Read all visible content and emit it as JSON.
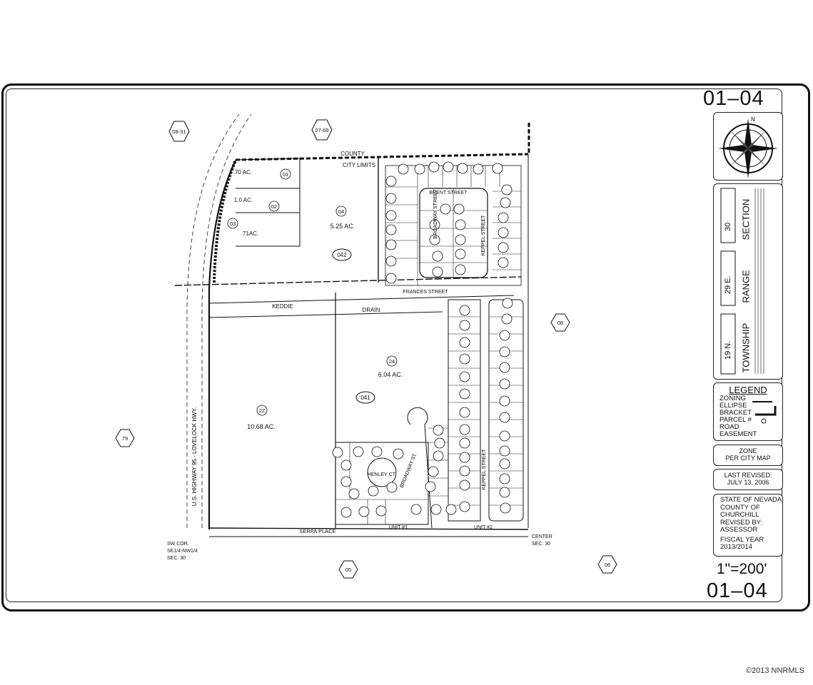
{
  "map": {
    "id_top": "01–04",
    "id_bottom": "01–04",
    "scale": "1\"=200'",
    "watermark": "©2013 NNRMLS"
  },
  "township_range_section": {
    "township_value": "19 N.",
    "township_label": "TOWNSHIP",
    "range_value": "29 E.",
    "range_label": "RANGE",
    "section_value": "30",
    "section_label": "SECTION"
  },
  "legend": {
    "title": "LEGEND",
    "items": [
      "ZONING",
      "ELLIPSE",
      "BRACKET",
      "PARCEL #",
      "ROAD",
      "EASEMENT"
    ]
  },
  "zone_box": {
    "line1": "ZONE",
    "line2": "PER CITY MAP"
  },
  "revised_box": {
    "line1": "LAST REVISED:",
    "line2": "JULY 13, 2006"
  },
  "assessor_box": {
    "line1": "STATE OF NEVADA",
    "line2": "COUNTY OF",
    "line3": "CHURCHILL",
    "line4": "REVISED BY:",
    "line5": "ASSESSOR",
    "line6": "FISCAL YEAR",
    "line7": "2013/2014"
  },
  "adjacent_maps": [
    "08-31",
    "07-69",
    "79",
    "08",
    "05",
    "06"
  ],
  "labels": {
    "county": "COUNTY",
    "city_limits": "CITY LIMITS",
    "brent_street": "BRENT STREET",
    "frances_street": "FRANCES STREET",
    "keddie": "KEDDIE",
    "drain": "DRAIN",
    "broadway_street": "BROADWAY STREET",
    "keppel_street": "KEPPEL STREET",
    "broadway_st": "BROADWAY ST.",
    "henley_ct": "HENLEY CT.",
    "serpa_place": "SERPA PLACE",
    "unit1": "UNIT #1",
    "unit2": "UNIT #2",
    "highway": "U.S. HIGHWAY 95 - LOVELOCK HWY.",
    "sw_cor": "SW COR.",
    "sw_cor2": "SE1/4-NW1/4",
    "sw_cor3": "SEC. 30",
    "center": "CENTER",
    "center2": "SEC. 30"
  },
  "parcels_large": [
    {
      "num": "01",
      "acres": ".70 AC."
    },
    {
      "num": "02",
      "acres": "1.0 AC."
    },
    {
      "num": "03",
      "acres": ".71AC."
    },
    {
      "num": "04",
      "acres": "5.25 AC."
    },
    {
      "num": "22",
      "acres": "10.68 AC."
    },
    {
      "num": "24",
      "acres": "6.04 AC."
    }
  ],
  "book_ellipses": [
    "042",
    "041"
  ]
}
